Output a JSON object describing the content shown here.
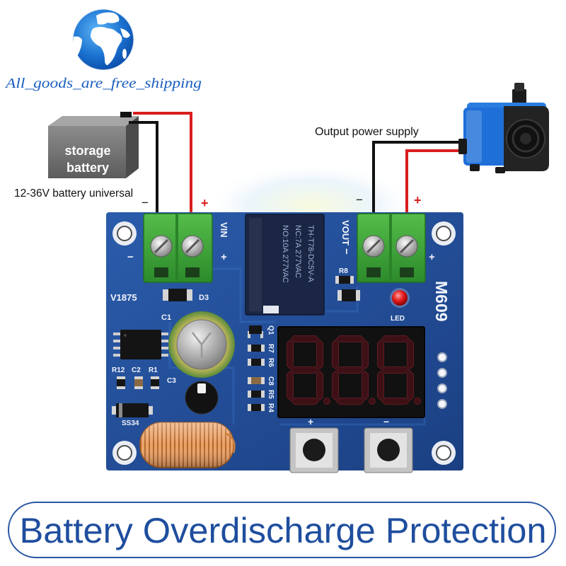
{
  "logo": {
    "text": "All_goods_are_free_shipping"
  },
  "battery": {
    "label_line1": "storage",
    "label_line2": "battery",
    "compatibility": "12-36V battery universal",
    "negative": "−",
    "positive": "+"
  },
  "load": {
    "label": "Output power supply",
    "negative": "−",
    "positive": "+"
  },
  "board": {
    "model": "V1875",
    "module_name": "M609",
    "input_label": "VIN",
    "input_negative": "−",
    "input_positive": "+",
    "output_label": "VOUT",
    "output_negative": "−",
    "output_positive": "+",
    "relay_lines": [
      "NO:10A 277VAC",
      "NC:7A 277VAC",
      "TH-T78-DC5V-A"
    ],
    "labels": {
      "d3": "D3",
      "c1": "C1",
      "r12": "R12",
      "c2": "C2",
      "r1": "R1",
      "c3": "C3",
      "ss34": "SS34",
      "q1": "Q1",
      "r7": "R7",
      "r6": "R6",
      "c8": "C8",
      "r5": "R5",
      "r4": "R4",
      "r8": "R8",
      "led": "LED"
    },
    "display": {
      "digits": "888"
    },
    "button_plus": "+",
    "button_minus": "−"
  },
  "banner": {
    "text": "Battery Overdischarge Protection"
  },
  "colors": {
    "logo_blue": "#1b5ec0",
    "wire_red": "#d81e1e",
    "wire_black": "#111111",
    "board": "#1f4a93",
    "terminal_green": "#3ca33a",
    "pump_blue": "#1f6fd8",
    "banner_text": "#1f4e9e",
    "banner_border": "#2a56a3"
  }
}
